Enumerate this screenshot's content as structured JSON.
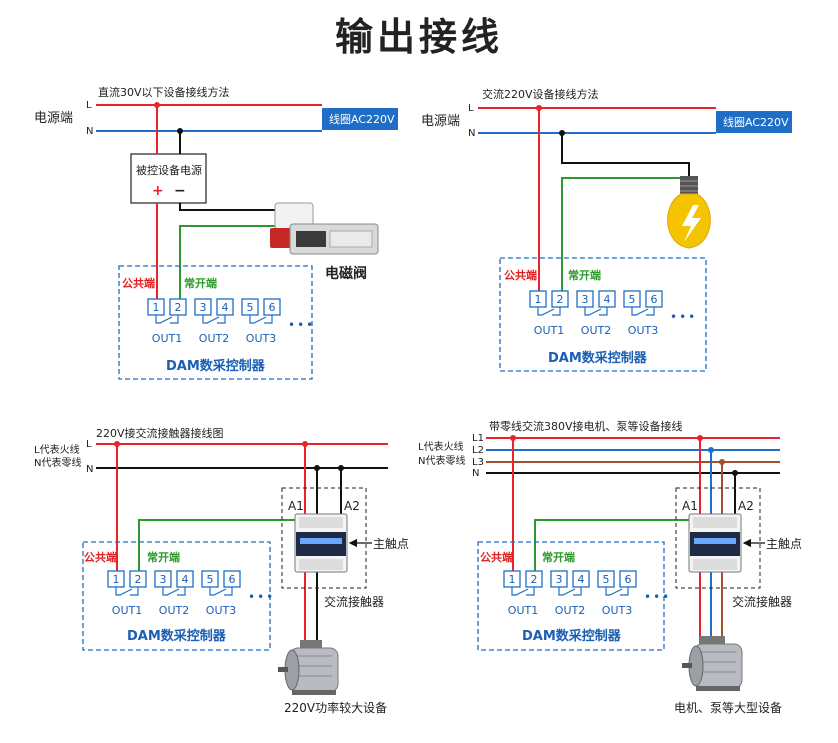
{
  "title": "输出接线",
  "colors": {
    "live": "#e8232b",
    "neutral": "#1e6ec8",
    "green": "#2e9a2e",
    "black": "#111111",
    "accent_blue": "#1a5fb4",
    "brown": "#a0522d"
  },
  "terminals": [
    "1",
    "2",
    "3",
    "4",
    "5",
    "6"
  ],
  "outputs": [
    "OUT1",
    "OUT2",
    "OUT3"
  ],
  "dots": "•••",
  "common_label": "公共端",
  "no_label": "常开端",
  "controller_label": "DAM数采控制器",
  "panel1": {
    "caption": "直流30V以下设备接线方法",
    "source_label": "电源端",
    "line_L": "L",
    "line_N": "N",
    "coil_label": "线圈AC220V",
    "supply_label": "被控设备电源",
    "plus": "+",
    "minus": "−",
    "valve_label": "电磁阀"
  },
  "panel2": {
    "caption": "交流220V设备接线方法",
    "source_label": "电源端",
    "line_L": "L",
    "line_N": "N",
    "coil_label": "线圈AC220V"
  },
  "panel3": {
    "caption": "220V接交流接触器接线图",
    "live_label": "L代表火线",
    "neutral_label": "N代表零线",
    "line_L": "L",
    "line_N": "N",
    "a1": "A1",
    "a2": "A2",
    "main_contact": "主触点",
    "contactor_label": "交流接触器",
    "device_label": "220V功率较大设备"
  },
  "panel4": {
    "caption": "带零线交流380V接电机、泵等设备接线",
    "live_label": "L代表火线",
    "neutral_label": "N代表零线",
    "lines": [
      "L1",
      "L2",
      "L3",
      "N"
    ],
    "a1": "A1",
    "a2": "A2",
    "main_contact": "主触点",
    "contactor_label": "交流接触器",
    "device_label": "电机、泵等大型设备"
  }
}
